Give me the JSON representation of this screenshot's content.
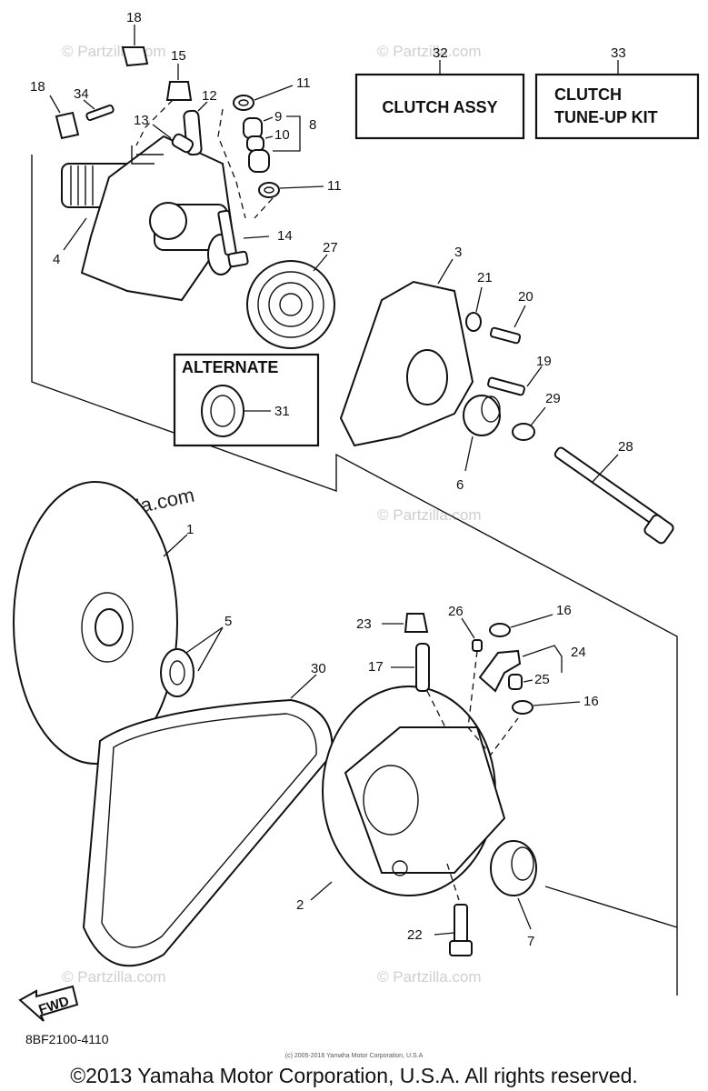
{
  "watermark": "© Partzilla.com",
  "diagram_code": "8BF2100-4110",
  "copyright_small": "(c) 2005-2016 Yamaha Motor Corporation, U.S.A",
  "copyright": "©2013 Yamaha Motor Corporation, U.S.A. All rights reserved.",
  "boxes": {
    "clutch_assy": "CLUTCH ASSY",
    "tuneup_line1": "CLUTCH",
    "tuneup_line2": "TUNE-UP KIT",
    "alternate": "ALTERNATE"
  },
  "fwd_label": "FWD",
  "callouts": {
    "c1": "1",
    "c2": "2",
    "c3": "3",
    "c4": "4",
    "c5": "5",
    "c6": "6",
    "c7": "7",
    "c8": "8",
    "c9": "9",
    "c10": "10",
    "c11a": "11",
    "c11b": "11",
    "c12": "12",
    "c13": "13",
    "c14": "14",
    "c15": "15",
    "c16a": "16",
    "c16b": "16",
    "c17": "17",
    "c18a": "18",
    "c18b": "18",
    "c19": "19",
    "c20": "20",
    "c21": "21",
    "c22": "22",
    "c23": "23",
    "c24": "24",
    "c25": "25",
    "c26": "26",
    "c27": "27",
    "c28": "28",
    "c29": "29",
    "c30": "30",
    "c31": "31",
    "c32": "32",
    "c33": "33",
    "c34": "34"
  }
}
